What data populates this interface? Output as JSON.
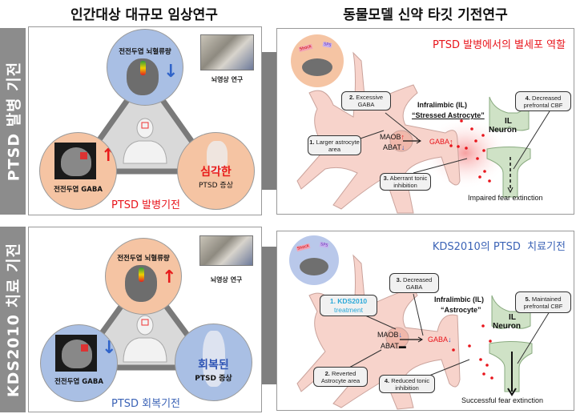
{
  "headers": {
    "left": "인간대상 대규모 임상연구",
    "right": "동물모델 신약 타깃 기전연구"
  },
  "rows": [
    {
      "side_label": "PTSD 발병 기전",
      "human": {
        "top_circle": "전전두엽 뇌혈류량",
        "top_arrow": "down",
        "left_circle": "전전두엽 GABA",
        "left_arrow": "up",
        "right_circle_emph": "심각한",
        "right_circle": "PTSD 증상",
        "photo_caption": "뇌영상 연구",
        "mechanism": "PTSD 발병기전",
        "colors": {
          "top": "#a9bfe4",
          "left": "#f5c4a3",
          "right": "#f5c4a3",
          "mechanism": "#e8141b"
        }
      },
      "animal": {
        "title": "PTSD 발병에서의 별세포 역할",
        "mouse_signs": [
          "Shock",
          "SPS"
        ],
        "astrocyte": [
          "Infralimbic (IL)",
          "“Stressed Astrocyte”"
        ],
        "maob": "MAOB",
        "abat": "ABAT",
        "gaba": "GABA",
        "neuron": [
          "IL",
          "Neuron"
        ],
        "outcome": "Impaired fear extinction",
        "callouts": [
          {
            "num": "1.",
            "text": "Larger astrocyte area"
          },
          {
            "num": "2.",
            "text": "Excessive GABA"
          },
          {
            "num": "3.",
            "text": "Aberrant tonic inhibition"
          },
          {
            "num": "4.",
            "text": "Decreased prefrontal CBF"
          }
        ]
      }
    },
    {
      "side_label": "KDS2010 치료 기전",
      "human": {
        "top_circle": "전전두엽 뇌혈류량",
        "top_arrow": "up",
        "left_circle": "전전두엽 GABA",
        "left_arrow": "down",
        "right_circle_emph": "회복된",
        "right_circle": "PTSD 증상",
        "photo_caption": "뇌영상 연구",
        "mechanism": "PTSD 회복기전",
        "colors": {
          "top": "#f5c4a3",
          "left": "#a9bfe4",
          "right": "#a9bfe4",
          "mechanism": "#3b63b6"
        }
      },
      "animal": {
        "title": "KDS2010의 PTSD  치료기전",
        "mouse_signs": [
          "Shock",
          "SPS"
        ],
        "astrocyte": [
          "Infralimbic (IL)",
          "“Astrocyte”"
        ],
        "maob": "MAOB",
        "abat": "ABAT",
        "gaba": "GABA",
        "neuron": [
          "IL",
          "Neuron"
        ],
        "outcome": "Successful fear extinction",
        "callouts": [
          {
            "num": "1. KDS2010",
            "text": "treatment"
          },
          {
            "num": "2.",
            "text": "Reverted Astrocyte area"
          },
          {
            "num": "3.",
            "text": "Decreased GABA"
          },
          {
            "num": "4.",
            "text": "Reduced tonic inhibition"
          },
          {
            "num": "5.",
            "text": "Maintained prefrontal CBF"
          }
        ]
      }
    }
  ]
}
